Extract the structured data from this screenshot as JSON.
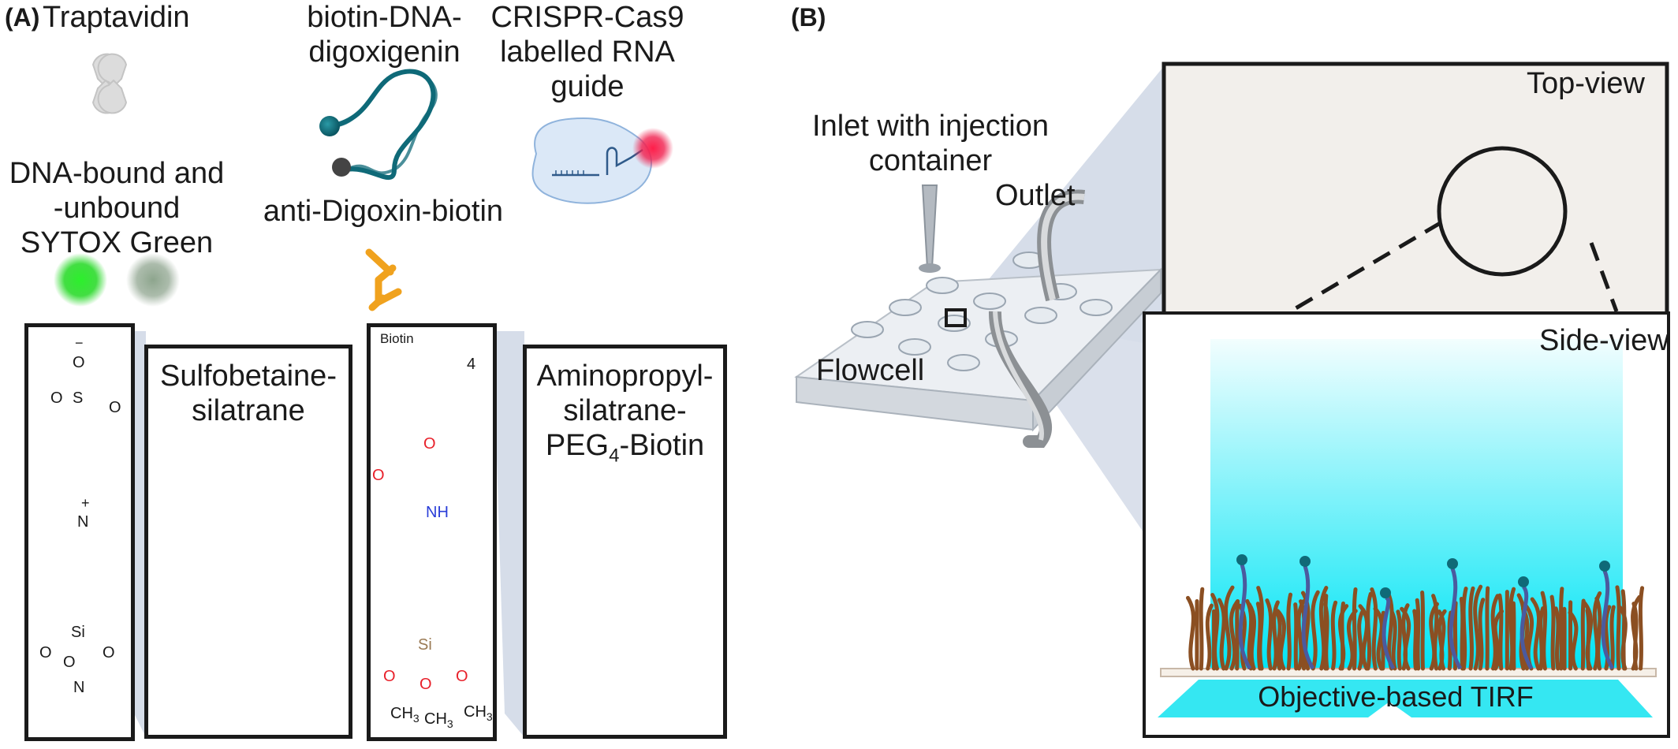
{
  "panel_a": {
    "label": "(A)",
    "traptavidin": "Traptavidin",
    "biotin_dna_line1": "biotin-DNA-",
    "biotin_dna_line2": "digoxigenin",
    "crispr_line1": "CRISPR-Cas9",
    "crispr_line2": "labelled RNA",
    "crispr_line3": "guide",
    "sytox_line1": "DNA-bound and",
    "sytox_line2": "-unbound",
    "sytox_line3": "SYTOX Green",
    "anti_dig": "anti-Digoxin-biotin",
    "sulfobetaine_line1": "Sulfobetaine-",
    "sulfobetaine_line2": "silatrane",
    "amino_line1": "Aminopropyl-",
    "amino_line2": "silatrane-",
    "amino_line3_a": "PEG",
    "amino_line3_sub": "4",
    "amino_line3_b": "-Biotin",
    "chem1": {
      "o_minus": "O",
      "minus": "−",
      "s": "S",
      "o1": "O",
      "o2": "O",
      "n": "N",
      "plus": "+",
      "si": "Si",
      "o3": "O",
      "o4": "O",
      "o5": "O",
      "n2": "N"
    },
    "chem2": {
      "biotin": "Biotin",
      "four": "4",
      "o_ring": "O",
      "o_carbonyl": "O",
      "nh": "NH",
      "si": "Si",
      "o1": "O",
      "o2": "O",
      "o3": "O",
      "ch3": "CH",
      "sub3": "3"
    }
  },
  "panel_b": {
    "label": "(B)",
    "inlet_line1": "Inlet with injection",
    "inlet_line2": "container",
    "outlet": "Outlet",
    "flowcell": "Flowcell",
    "top_view": "Top-view",
    "side_view": "Side-view",
    "tirf": "Objective-based TIRF"
  },
  "colors": {
    "brown": "#8b4f22",
    "blue_chain": "#4b5a9e",
    "teal": "#0f6a78",
    "green": "#22e022",
    "grey_green": "#93a893",
    "orange": "#f0a21e",
    "pink": "#f0214f",
    "cyan": "#00e5f5",
    "beige": "#f2efeb"
  }
}
